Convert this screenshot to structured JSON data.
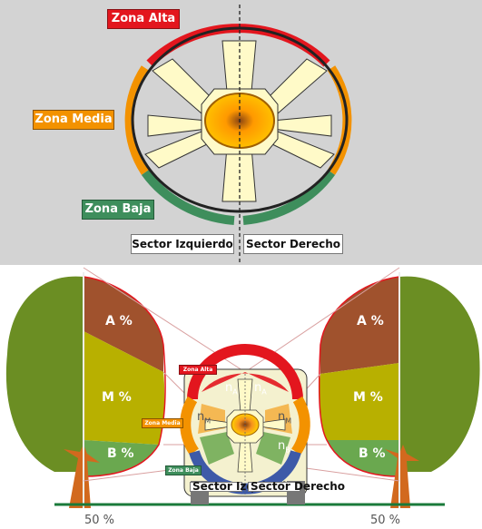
{
  "top": {
    "zones": {
      "high": "Zona Alta",
      "mid": "Zona Media",
      "low": "Zona Baja"
    },
    "sectors": {
      "left": "Sector Izquierdo",
      "right": "Sector Derecho"
    }
  },
  "bottom": {
    "left_tree": {
      "a": "A %",
      "m": "M %",
      "b": "B %",
      "footer": "50 %"
    },
    "right_tree": {
      "a": "A %",
      "m": "M %",
      "b": "B %",
      "footer": "50 %"
    },
    "inset": {
      "zones": {
        "high": "Zona Alta",
        "mid": "Zona Media",
        "low": "Zona Baja"
      },
      "sectors": {
        "left": "Sector Izquierdo",
        "right": "Sector Derecho"
      },
      "counts": {
        "n": "n",
        "a": "A",
        "m": "M",
        "b": "B"
      }
    }
  },
  "colors": {
    "high": "#e3161e",
    "mid": "#f39200",
    "low": "#3e8e5c",
    "zone_a_fill": "#a0522d",
    "zone_m_fill": "#b8b000",
    "zone_b_fill": "#6aa84f",
    "tree_green": "#6b8e23",
    "trunk": "#d2691e"
  }
}
